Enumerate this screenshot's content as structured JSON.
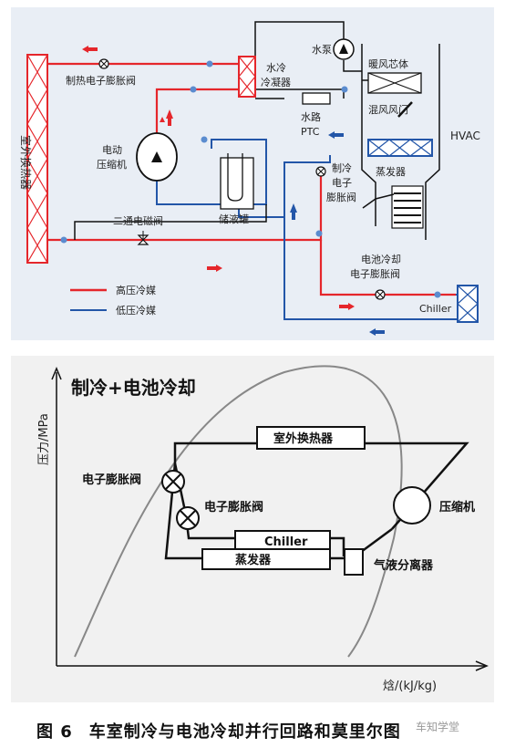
{
  "top": {
    "outdoor_hx": "室外换热器",
    "heating_exv": "制热电子膨胀阀",
    "water_cooled_condenser": [
      "水冷",
      "冷凝器"
    ],
    "water_pump": "水泵",
    "water_ptc": [
      "水路",
      "PTC"
    ],
    "heater_core": "暖风芯体",
    "mode_door": "混风风门",
    "hvac": "HVAC",
    "compressor": [
      "电动",
      "压缩机"
    ],
    "accumulator": "储液罐",
    "cooling_exv": [
      "制冷",
      "电子",
      "膨胀阀"
    ],
    "evaporator": "蒸发器",
    "solenoid_valve": "二通电磁阀",
    "battery_exv": [
      "电池冷却",
      "电子膨胀阀"
    ],
    "chiller": "Chiller",
    "legend": {
      "high": "高压冷媒",
      "low": "低压冷媒"
    }
  },
  "bottom": {
    "title": "制冷+电池冷却",
    "ylabel": "压力/MPa",
    "xlabel": "焓/(kJ/kg)",
    "outdoor_hx": "室外换热器",
    "exv1": "电子膨胀阀",
    "exv2": "电子膨胀阀",
    "compressor": "压缩机",
    "chiller": "Chiller",
    "evaporator": "蒸发器",
    "separator": "气液分离器"
  },
  "caption": {
    "fig": "图 6",
    "text": "车室制冷与电池冷却并行回路和莫里尔图"
  },
  "watermark": "车知学堂",
  "colors": {
    "high": "#e5262b",
    "low": "#2356a8",
    "line": "#111111"
  }
}
